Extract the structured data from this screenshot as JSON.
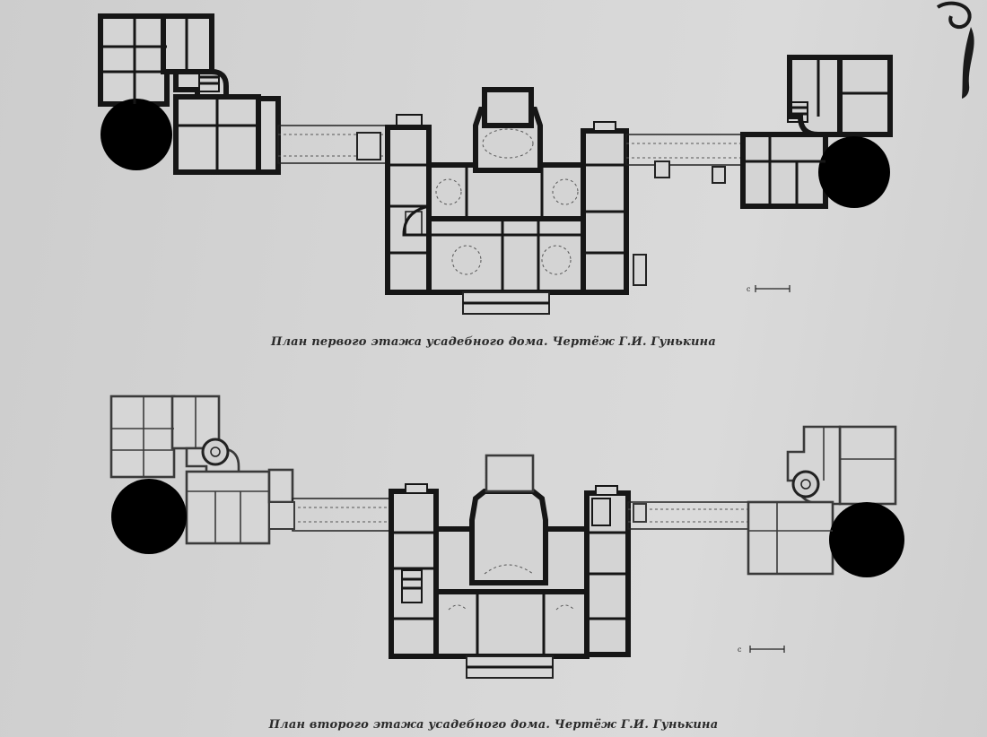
{
  "captions": {
    "first_floor": "План первого этажа усадебного дома. Чертёж Г.И. Гунькина",
    "second_floor": "План второго этажа усадебного дома. Чертёж Г.И. Гунькина"
  },
  "scales": {
    "first_floor": "с",
    "second_floor": "с"
  }
}
